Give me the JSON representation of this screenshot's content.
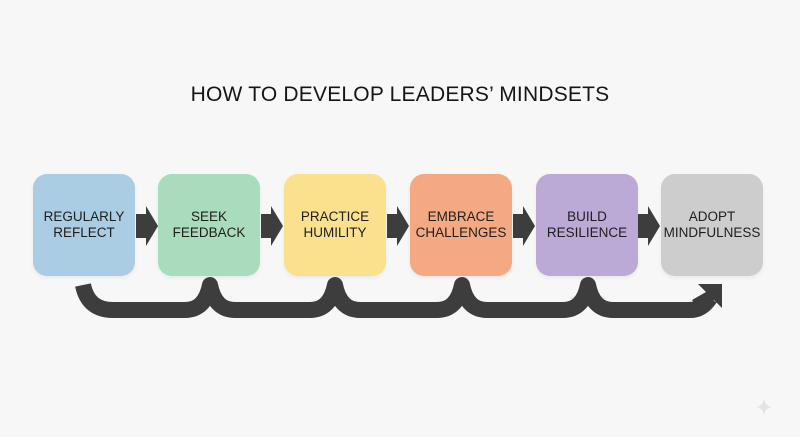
{
  "title": "HOW TO DEVELOP LEADERS’ MINDSETS",
  "steps": [
    {
      "line1": "REGULARLY",
      "line2": "REFLECT",
      "color": "#aacde3"
    },
    {
      "line1": "SEEK",
      "line2": "FEEDBACK",
      "color": "#a8dcbc"
    },
    {
      "line1": "PRACTICE",
      "line2": "HUMILITY",
      "color": "#fbe08e"
    },
    {
      "line1": "EMBRACE",
      "line2": "CHALLENGES",
      "color": "#f5a982"
    },
    {
      "line1": "BUILD",
      "line2": "RESILIENCE",
      "color": "#bba9d6"
    },
    {
      "line1": "ADOPT",
      "line2": "MINDFULNESS",
      "color": "#cdcdcd"
    }
  ],
  "colors": {
    "arrow": "#3d3d3d",
    "background": "#f7f7f7"
  },
  "icons": {
    "step_arrow": "right-arrow-icon",
    "loop_arrow": "curved-loop-arrow-icon",
    "watermark": "sparkle-icon"
  }
}
